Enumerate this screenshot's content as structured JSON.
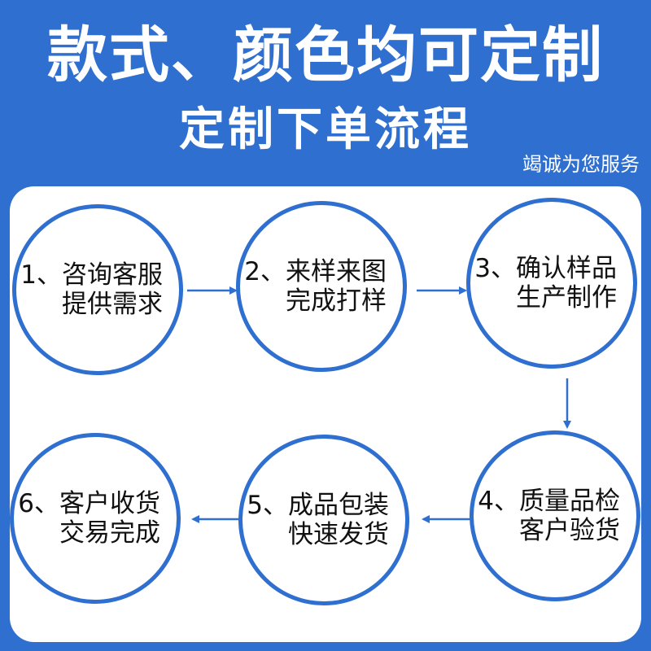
{
  "header": {
    "title": "款式、颜色均可定制",
    "subtitle": "定制下单流程",
    "slogan": "竭诚为您服务"
  },
  "steps": [
    {
      "line1": "1、咨询客服",
      "line2": "提供需求"
    },
    {
      "line1": "2、来样来图",
      "line2": "完成打样"
    },
    {
      "line1": "3、确认样品",
      "line2": "生产制作"
    },
    {
      "line1": "4、质量品检",
      "line2": "客户验货"
    },
    {
      "line1": "5、成品包装",
      "line2": "快速发货"
    },
    {
      "line1": "6、客户收货",
      "line2": "交易完成"
    }
  ],
  "colors": {
    "background": "#2f6fd0",
    "circle_border": "#2f6fd0",
    "arrow": "#2f6fd0",
    "panel": "#ffffff"
  }
}
